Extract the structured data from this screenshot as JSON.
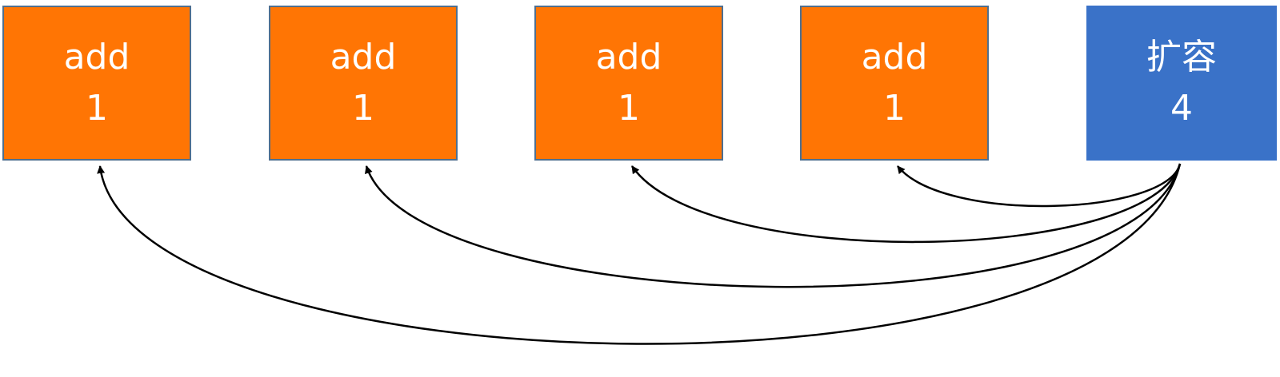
{
  "boxes": [
    {
      "line1": "add",
      "line2": "1",
      "color": "#ff7504"
    },
    {
      "line1": "add",
      "line2": "1",
      "color": "#ff7504"
    },
    {
      "line1": "add",
      "line2": "1",
      "color": "#ff7504"
    },
    {
      "line1": "add",
      "line2": "1",
      "color": "#ff7504"
    },
    {
      "line1": "扩容",
      "line2": "4",
      "color": "#3a72c8"
    }
  ],
  "edges": [
    {
      "from": 4,
      "to": 3
    },
    {
      "from": 4,
      "to": 2
    },
    {
      "from": 4,
      "to": 1
    },
    {
      "from": 4,
      "to": 0
    }
  ]
}
